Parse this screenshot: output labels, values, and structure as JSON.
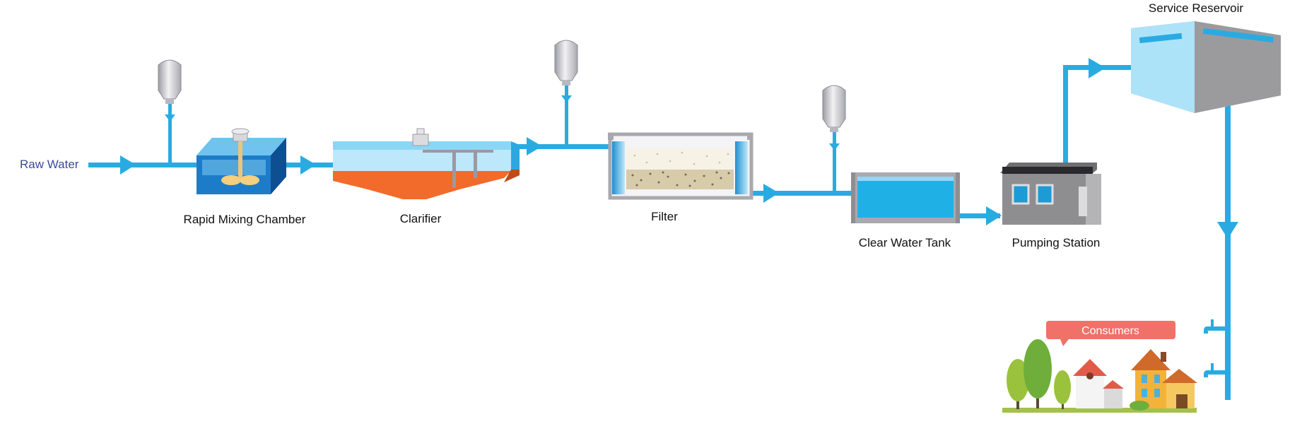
{
  "labels": {
    "raw_water": "Raw Water",
    "rapid_mixing": "Rapid Mixing Chamber",
    "clarifier": "Clarifier",
    "filter": "Filter",
    "clear_water_tank": "Clear Water Tank",
    "pumping_station": "Pumping Station",
    "service_reservoir": "Service Reservoir",
    "consumers": "Consumers"
  },
  "colors": {
    "pipe": "#29ABE2",
    "raw_water_text": "#3B4A9A",
    "consumers_tag": "#F07167",
    "clarifier_sludge": "#F26B2A",
    "tank_water": "#1FB1E6",
    "building_gray": "#8E8E90",
    "reservoir_gray": "#9B9B9E"
  }
}
